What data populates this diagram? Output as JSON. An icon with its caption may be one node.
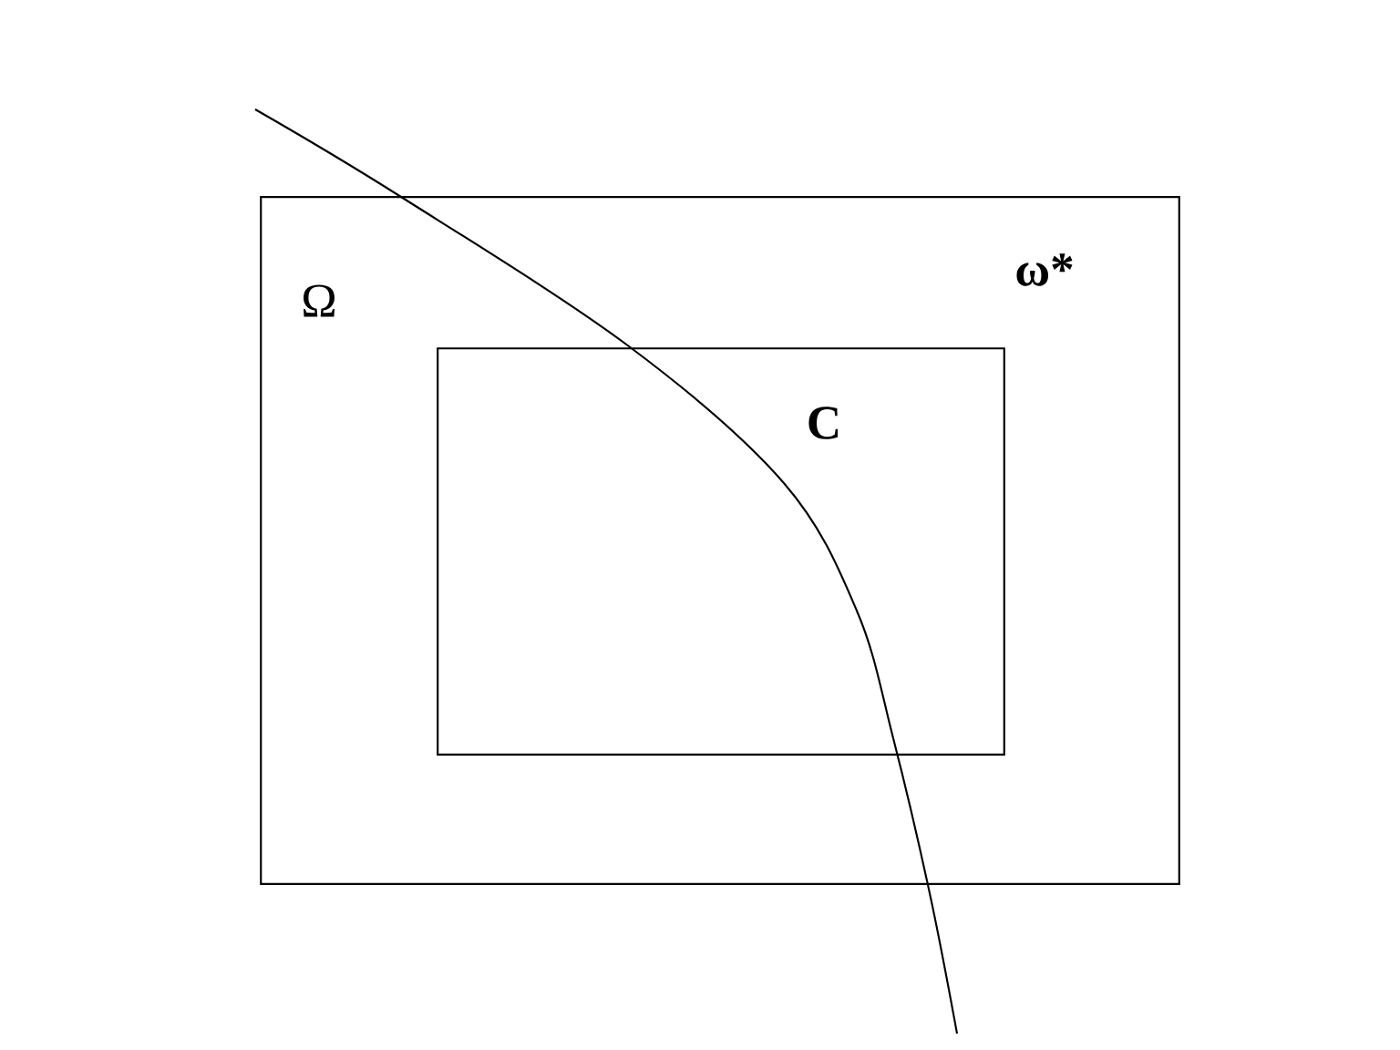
{
  "diagram": {
    "nodes": [
      {
        "text": [
          "Ω",
          "ω*"
        ]
      },
      {
        "text": [
          "C"
        ],
        "in": 0
      }
    ]
  }
}
